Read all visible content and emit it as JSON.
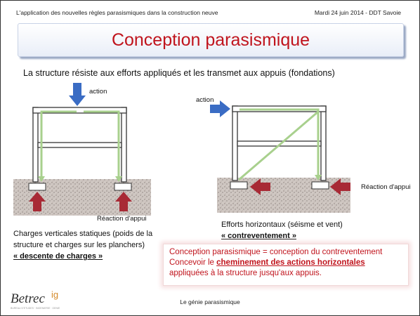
{
  "header": {
    "left": "L'application des nouvelles règles parasismiques dans la construction neuve",
    "right": "Mardi 24 juin 2014 - DDT Savoie"
  },
  "title": "Conception parasismique",
  "subtitle": "La structure résiste aux efforts appliqués et les transmet aux appuis (fondations)",
  "left_diagram": {
    "action_label": "action",
    "reaction_label": "Réaction d'appui",
    "caption_line1": "Charges verticales statiques (poids de la",
    "caption_line2": "structure et charges sur les planchers)",
    "caption_emph": "« descente de charges »"
  },
  "right_diagram": {
    "action_label": "action",
    "reaction_label": "Réaction d'appui",
    "caption_line1": "Efforts horizontaux (séisme et vent)",
    "caption_emph": "« contreventement »"
  },
  "conclusion": {
    "line1": "Conception parasismique = conception du contreventement",
    "line2_prefix": "Concevoir le ",
    "line2_highlight": "cheminement des actions horizontales",
    "line3": "appliquées à la structure jusqu'aux appuis."
  },
  "logo": {
    "name": "Betrec",
    "suffix": "ig",
    "tagline": "BUREAU D'ETUDES · INGENIERIE · GENIE"
  },
  "footer": "Le génie parasismique",
  "colors": {
    "title": "#c0141d",
    "action_arrow": "#3a6cc4",
    "reaction_arrow": "#a82a35",
    "load_path": "#a8d08d"
  }
}
